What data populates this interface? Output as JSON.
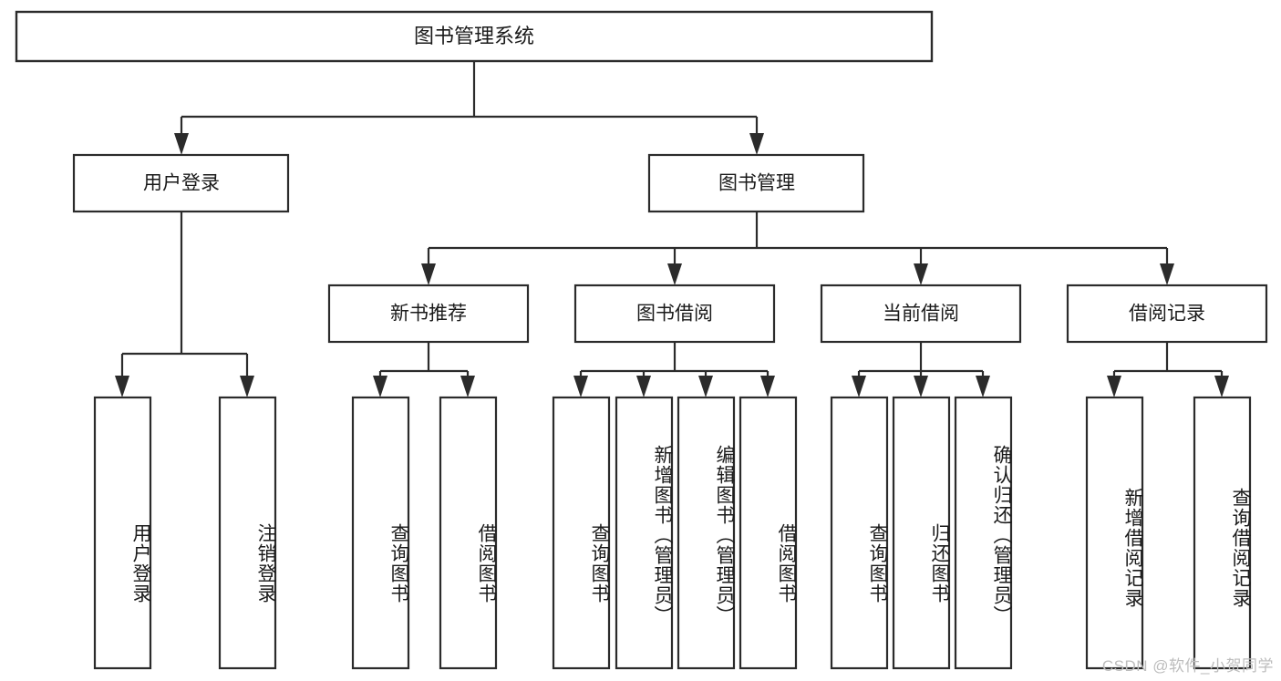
{
  "diagram": {
    "title": "图书管理系统",
    "type": "tree-hierarchy-diagram",
    "colors": {
      "stroke": "#2b2b2b",
      "fill": "#ffffff",
      "text": "#1a1a1a",
      "watermark": "#bdbdbd"
    },
    "root": {
      "label": "图书管理系统"
    },
    "level2": [
      {
        "label": "用户登录"
      },
      {
        "label": "图书管理"
      }
    ],
    "level3": [
      {
        "label": "新书推荐"
      },
      {
        "label": "图书借阅"
      },
      {
        "label": "当前借阅"
      },
      {
        "label": "借阅记录"
      }
    ],
    "leaves": {
      "user_login": [
        {
          "label": "用户登录"
        },
        {
          "label": "注销登录"
        }
      ],
      "new_book_recommend": [
        {
          "label": "查询图书"
        },
        {
          "label": "借阅图书"
        }
      ],
      "book_borrow": [
        {
          "label": "查询图书"
        },
        {
          "label": "新增图书（管理员）"
        },
        {
          "label": "编辑图书（管理员）"
        },
        {
          "label": "借阅图书"
        }
      ],
      "current_borrow": [
        {
          "label": "查询图书"
        },
        {
          "label": "归还图书"
        },
        {
          "label": "确认归还（管理员）"
        }
      ],
      "borrow_record": [
        {
          "label": "新增借阅记录"
        },
        {
          "label": "查询借阅记录"
        }
      ]
    }
  },
  "watermark": {
    "text": "CSDN @软件_小贺同学"
  }
}
